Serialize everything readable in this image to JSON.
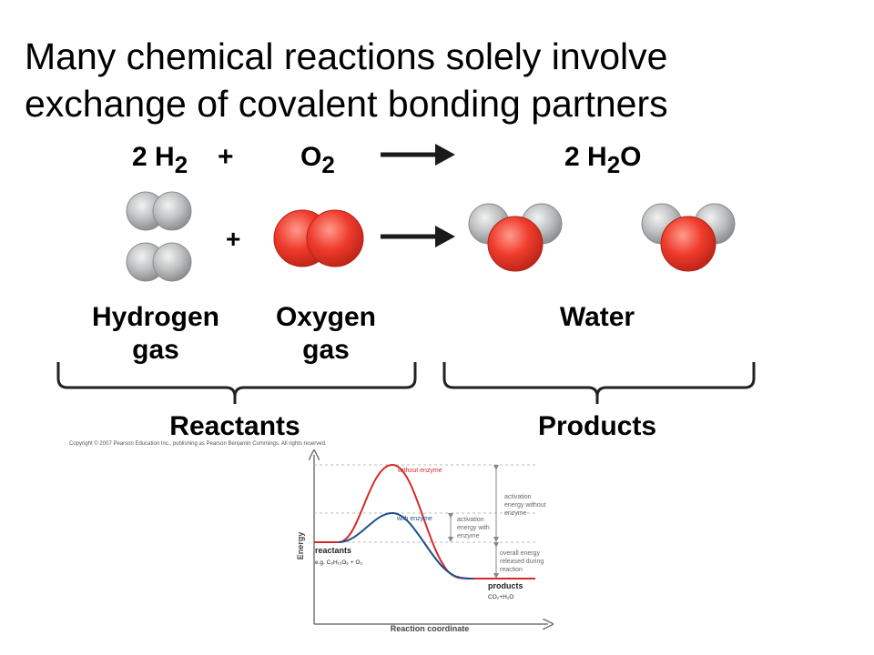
{
  "title_lines": [
    "Many chemical reactions solely involve",
    "exchange of covalent bonding partners"
  ],
  "equation": {
    "hydrogen_coef": "2 H",
    "hydrogen_sub": "2",
    "plus": "+",
    "oxygen": "O",
    "oxygen_sub": "2",
    "water_coef": "2 H",
    "water_sub": "2",
    "water_o": "O"
  },
  "labels": {
    "hydrogen_line1": "Hydrogen",
    "hydrogen_line2": "gas",
    "oxygen_line1": "Oxygen",
    "oxygen_line2": "gas",
    "water": "Water",
    "reactants": "Reactants",
    "products": "Products"
  },
  "copyright": "Copyright © 2007 Pearson Education Inc., publishing as Pearson Benjamin Cummings. All rights reserved.",
  "colors": {
    "hydrogen_atom": "#b8babb",
    "oxygen_atom": "#ee3a2c",
    "without_enzyme_curve": "#d42a2a",
    "with_enzyme_curve": "#1f4f8a",
    "arrow": "#1a1a1a"
  },
  "energy_diagram": {
    "xlabel": "Reaction coordinate",
    "ylabel": "Energy",
    "without_enzyme_label": "without enzyme",
    "with_enzyme_label": "with enzyme",
    "reactants_label": "reactants",
    "reactants_example": "e.g. C₆H₁₂O₆ + O₂",
    "products_label": "products",
    "products_example": "CO₂+H₂O",
    "activation_without_lines": [
      "activation",
      "energy without",
      "enzyme"
    ],
    "activation_with_lines": [
      "activation",
      "energy with",
      "enzyme"
    ],
    "overall_lines": [
      "overall energy",
      "released during",
      "reaction"
    ]
  }
}
